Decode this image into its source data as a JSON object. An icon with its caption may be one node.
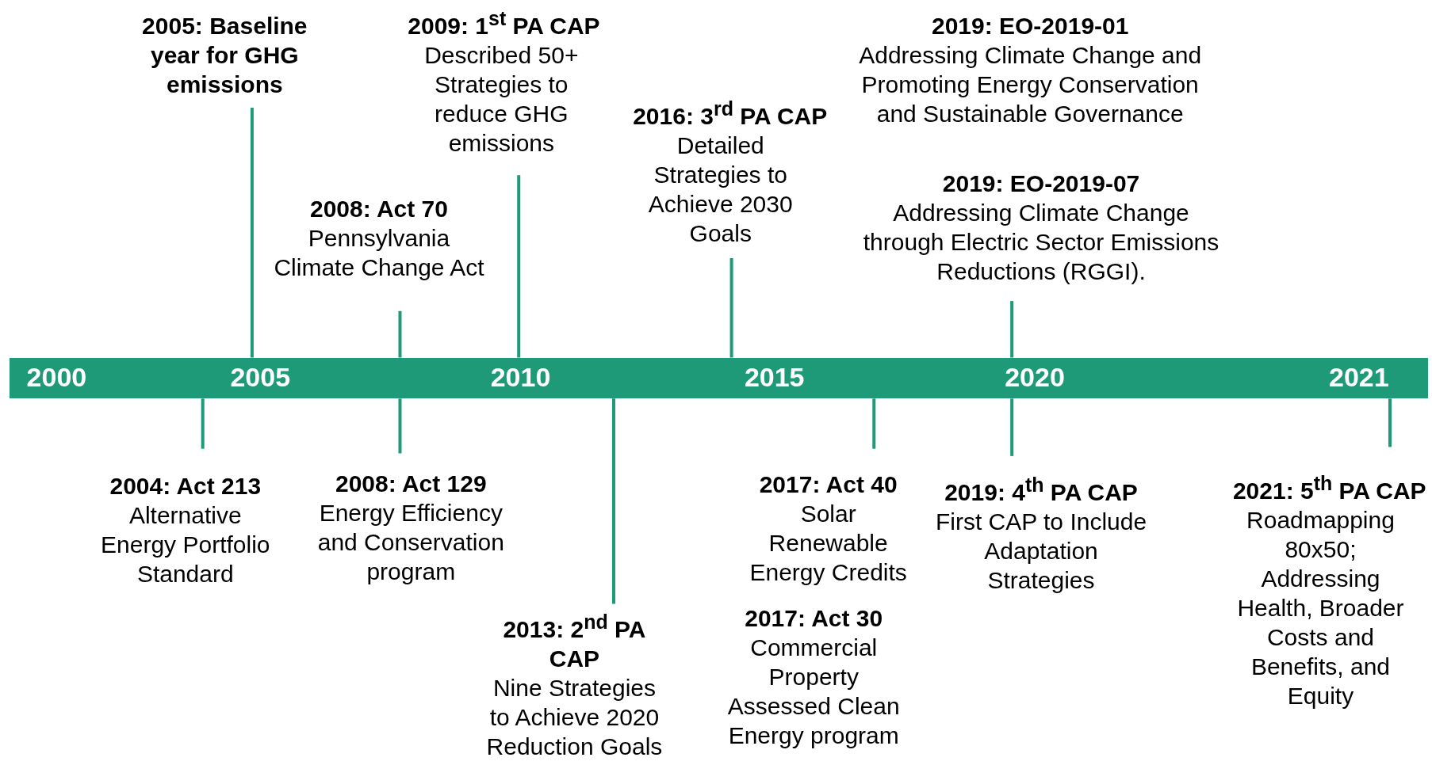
{
  "diagram": {
    "nodes": [
      {
        "text": [
          "2000",
          "2005",
          "2010",
          "2015",
          "2020",
          "2021"
        ]
      },
      {
        "text": [
          "2005: Baseline year for GHG emissions"
        ]
      },
      {
        "text": [
          "2008: Act 70",
          "Pennsylvania Climate Change Act"
        ]
      },
      {
        "text": [
          "2009: 1$^{st}$ PA CAP",
          "Described 50+ Strategies to reduce GHG emissions"
        ]
      },
      {
        "text": [
          "2016: 3$^{rd}$ PA CAP",
          "Detailed Strategies to Achieve 2030 Goals"
        ]
      },
      {
        "text": [
          "2019: EO-2019-01",
          "Addressing Climate Change and Promoting Energy Conservation and Sustainable Governance"
        ]
      },
      {
        "text": [
          "2019: EO-2019-07",
          "Addressing Climate Change through Electric Sector Emissions Reductions (RGGI)."
        ]
      },
      {
        "text": [
          "2004: Act 213",
          "Alternative Energy Portfolio Standard"
        ]
      },
      {
        "text": [
          "2008: Act 129",
          "Energy Efficiency and Conservation program"
        ]
      },
      {
        "text": [
          "2013: 2$^{nd}$ PA CAP",
          "Nine Strategies to Achieve 2020 Reduction Goals"
        ]
      },
      {
        "text": [
          "2017: Act 40",
          "Solar Renewable Energy Credits"
        ]
      },
      {
        "text": [
          "2017: Act 30",
          "Commercial Property Assessed Clean Energy program"
        ]
      },
      {
        "text": [
          "2019: 4$^{th}$ PA CAP",
          "First CAP to Include Adaptation Strategies"
        ]
      },
      {
        "text": [
          "2021: 5$^{th}$ PA CAP",
          "Roadmapping 80x50; Addressing Health, Broader Costs and Benefits, and Equity"
        ]
      }
    ],
    "edges": [
      {
        "from": 1,
        "to": 0,
        "arrow": "none"
      },
      {
        "from": 2,
        "to": 0,
        "arrow": "none"
      },
      {
        "from": 3,
        "to": 0,
        "arrow": "none"
      },
      {
        "from": 4,
        "to": 0,
        "arrow": "none"
      },
      {
        "from": 6,
        "to": 0,
        "arrow": "none"
      },
      {
        "from": 7,
        "to": 0,
        "arrow": "none"
      },
      {
        "from": 8,
        "to": 0,
        "arrow": "none"
      },
      {
        "from": 9,
        "to": 0,
        "arrow": "none"
      },
      {
        "from": 10,
        "to": 0,
        "arrow": "none"
      },
      {
        "from": 12,
        "to": 0,
        "arrow": "none"
      },
      {
        "from": 13,
        "to": 0,
        "arrow": "none"
      }
    ]
  }
}
